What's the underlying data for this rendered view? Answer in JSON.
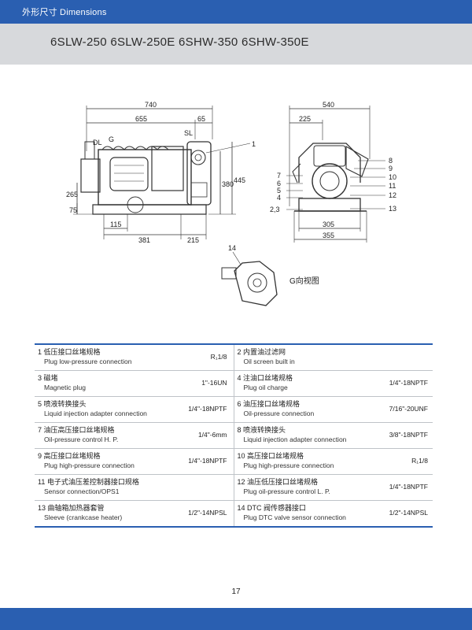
{
  "header": {
    "title": "外形尺寸 Dimensions"
  },
  "models": {
    "title": "6SLW-250   6SLW-250E   6SHW-350   6SHW-350E"
  },
  "drawing": {
    "side_dims": {
      "d740": "740",
      "d655": "655",
      "d65": "65",
      "d265": "265",
      "d75": "75",
      "d380": "380",
      "d445": "445",
      "d115": "115",
      "d381": "381",
      "d215": "215"
    },
    "side_labels": {
      "dl": "DL",
      "g": "G",
      "sl": "SL",
      "one": "1"
    },
    "front_dims": {
      "d540": "540",
      "d225": "225",
      "d305": "305",
      "d355": "355"
    },
    "front_callouts_left": [
      "7",
      "6",
      "5",
      "4",
      "2,3"
    ],
    "front_callouts_right": [
      "8",
      "9",
      "10",
      "11",
      "12",
      "13"
    ],
    "g_view": {
      "callout": "14",
      "label": "G向视图"
    }
  },
  "parts": [
    [
      {
        "cn": "1 低压接口丝堵规格",
        "en": "Plug low-pressure connection",
        "spec": "R₁1/8"
      },
      {
        "cn": "2 内置油过滤网",
        "en": "Oil screen built in",
        "spec": ""
      }
    ],
    [
      {
        "cn": "3 磁堵",
        "en": "Magnetic plug",
        "spec": "1\"-16UN"
      },
      {
        "cn": "4 注油口丝堵规格",
        "en": "Plug oil charge",
        "spec": "1/4\"-18NPTF"
      }
    ],
    [
      {
        "cn": "5 喷液转换接头",
        "en": "Liquid injection adapter connection",
        "spec": "1/4\"-18NPTF"
      },
      {
        "cn": "6 油压接口丝堵规格",
        "en": "Oil-pressure connection",
        "spec": "7/16\"-20UNF"
      }
    ],
    [
      {
        "cn": "7 油压高压接口丝堵规格",
        "en": "Oil-pressure control H. P.",
        "spec": "1/4\"-6mm"
      },
      {
        "cn": "8 喷液转换接头",
        "en": "Liquid injection adapter connection",
        "spec": "3/8\"-18NPTF"
      }
    ],
    [
      {
        "cn": "9 高压接口丝堵规格",
        "en": "Plug high-pressure connection",
        "spec": "1/4\"-18NPTF"
      },
      {
        "cn": "10 高压接口丝堵规格",
        "en": "Plug high-pressure connection",
        "spec": "R₁1/8"
      }
    ],
    [
      {
        "cn": "11 电子式油压差控制器接口规格",
        "en": "Sensor connection/OPS1",
        "spec": ""
      },
      {
        "cn": "12 油压低压接口丝堵规格",
        "en": "Plug oil-pressure control L. P.",
        "spec": "1/4\"-18NPTF"
      }
    ],
    [
      {
        "cn": "13 曲轴箱加热器套管",
        "en": "Sleeve (crankcase heater)",
        "spec": "1/2\"-14NPSL"
      },
      {
        "cn": "14 DTC 阀传感器接口",
        "en": "Plug DTC valve sensor connection",
        "spec": "1/2\"-14NPSL"
      }
    ]
  ],
  "page_number": "17"
}
